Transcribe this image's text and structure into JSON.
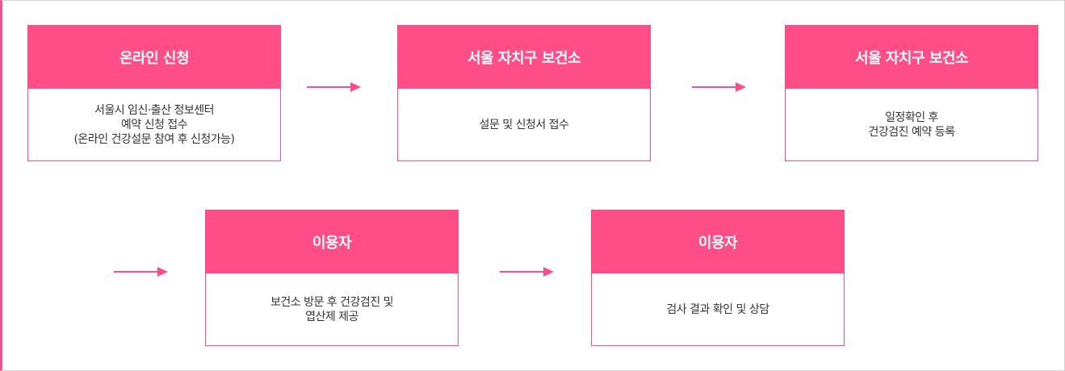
{
  "colors": {
    "accent": "#ff4d87",
    "frame_left": "#e9578f",
    "text": "#333333"
  },
  "steps": [
    {
      "title": "온라인 신청",
      "desc": "서울시 임신·출산 정보센터\n예약 신청 접수\n(온라인 건강설문 참여 후 신청가능)"
    },
    {
      "title": "서울 자치구 보건소",
      "desc": "설문 및 신청서 접수"
    },
    {
      "title": "서울 자치구 보건소",
      "desc": "일정확인 후\n건강검진 예약 등록"
    },
    {
      "title": "이용자",
      "desc": "보건소 방문 후 건강검진 및\n엽산제 제공"
    },
    {
      "title": "이용자",
      "desc": "검사 결과 확인 및 상담"
    }
  ]
}
